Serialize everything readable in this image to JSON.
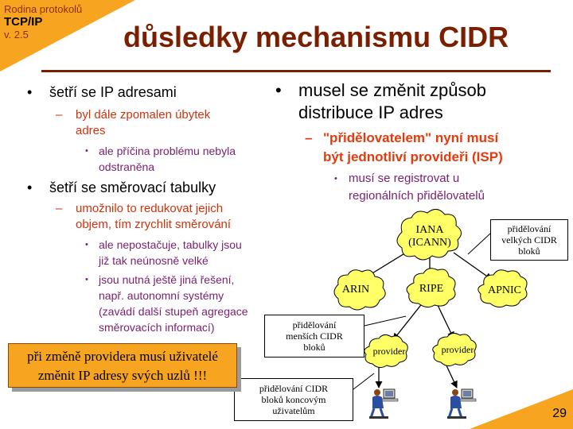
{
  "header": {
    "series_line1": "Rodina protokolů",
    "series_line2": "TCP/IP",
    "series_line3": "v. 2.5"
  },
  "title": "důsledky mechanismu CIDR",
  "left": {
    "b1": "šetří se IP adresami",
    "b1_1_line1": "byl dále zpomalen úbytek",
    "b1_1_line2": "adres",
    "b1_1_1_line1": "ale příčina problému nebyla",
    "b1_1_1_line2": "odstraněna",
    "b2": "šetří se směrovací tabulky",
    "b2_1_line1": "umožnilo to redukovat jejich",
    "b2_1_line2": "objem, tím zrychlit směrování",
    "b2_1_1_line1": "ale nepostačuje, tabulky jsou",
    "b2_1_1_line2": "již tak neúnosně velké",
    "b2_1_2_line1": "jsou nutná ještě jiná řešení,",
    "b2_1_2_line2": "např. autonomní systémy",
    "b2_1_2_line3": "(zavádí další stupeň agregace",
    "b2_1_2_line4": "směrovacích informací)"
  },
  "right": {
    "b1_line1": "musel se změnit způsob",
    "b1_line2": "distribuce IP adres",
    "b1_1_line1": "\"přidělovatelem\" nyní musí",
    "b1_1_line2": "být  jednotliví provideři (ISP)",
    "b1_1_1_line1": "musí se registrovat u",
    "b1_1_1_line2": "regionálních přidělovatelů"
  },
  "diagram": {
    "iana_line1": "IANA",
    "iana_line2": "(ICANN)",
    "arin": "ARIN",
    "ripe": "RIPE",
    "apnic": "APNIC",
    "provider1": "provider",
    "provider2": "provider",
    "note_large_line1": "přidělování",
    "note_large_line2": "velkých CIDR",
    "note_large_line3": "bloků",
    "note_small_line1": "přidělování",
    "note_small_line2": "menších CIDR",
    "note_small_line3": "bloků",
    "note_end_line1": "přidělování CIDR",
    "note_end_line2": "bloků koncovým",
    "note_end_line3": "uživatelům"
  },
  "callout_line1": "při změně providera musí uživatelé",
  "callout_line2": "změnit IP adresy svých uzlů !!!",
  "page_number": "29",
  "colors": {
    "accent": "#f7a521",
    "title": "#7a1f00",
    "level2": "#d4310b",
    "level3": "#7a1f70",
    "cloud": "#ffff66"
  }
}
